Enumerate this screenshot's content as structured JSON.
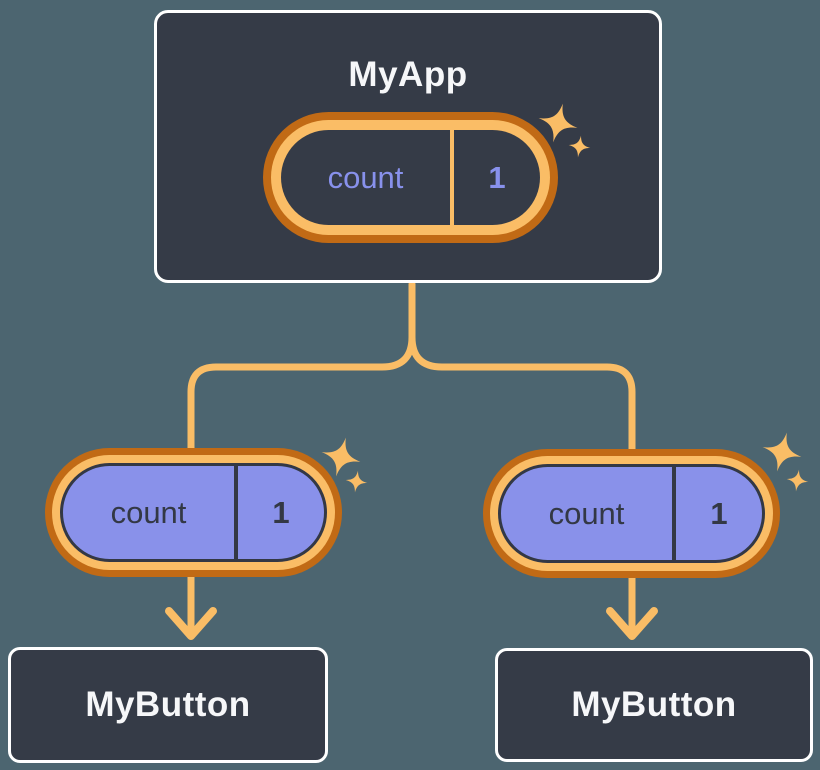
{
  "diagram": {
    "description": "Component tree diagram: parent component holds state and passes it as props to two child components",
    "root_node": {
      "title": "MyApp",
      "pill": {
        "key": "count",
        "value": "1"
      }
    },
    "child_nodes": [
      {
        "title": "MyButton",
        "pill": {
          "key": "count",
          "value": "1"
        }
      },
      {
        "title": "MyButton",
        "pill": {
          "key": "count",
          "value": "1"
        }
      }
    ],
    "icons": {
      "sparkle": "four-point-sparkle"
    },
    "colors": {
      "background": "#4C6570",
      "node_fill": "#353B47",
      "node_border": "#FFFFFF",
      "node_text": "#F6F7F9",
      "orange_light": "#FABD66",
      "orange_dark": "#C16A15",
      "purple_text": "#8891EC",
      "purple_fill": "#8991EA",
      "ink_dark": "#333845"
    }
  }
}
